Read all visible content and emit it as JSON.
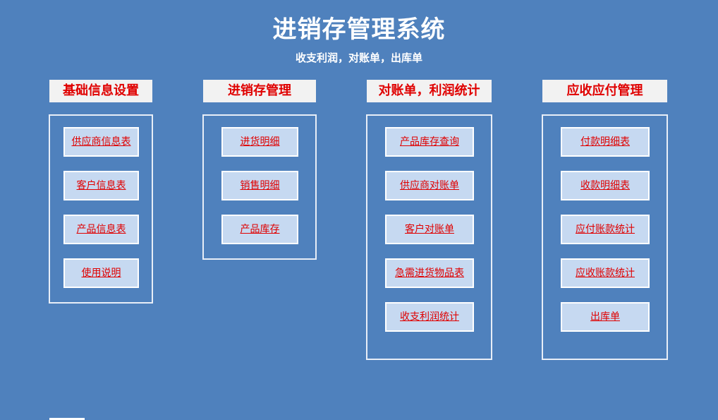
{
  "header": {
    "title": "进销存管理系统",
    "subtitle": "收支利润，对账单，出库单"
  },
  "sections": [
    {
      "title": "基础信息设置",
      "buttons": [
        "供应商信息表",
        "客户信息表",
        "产品信息表",
        "使用说明"
      ]
    },
    {
      "title": "进销存管理",
      "buttons": [
        "进货明细",
        "销售明细",
        "产品库存"
      ]
    },
    {
      "title": "对账单，利润统计",
      "buttons": [
        "产品库存查询",
        "供应商对账单",
        "客户对账单",
        "急需进货物品表",
        "收支利润统计"
      ]
    },
    {
      "title": "应收应付管理",
      "buttons": [
        "付款明细表",
        "收款明细表",
        "应付账款统计",
        "应收账款统计",
        "出库单"
      ]
    }
  ],
  "colors": {
    "background": "#4f81bd",
    "header_text": "#e00000",
    "button_fill": "#c6d9f1"
  }
}
